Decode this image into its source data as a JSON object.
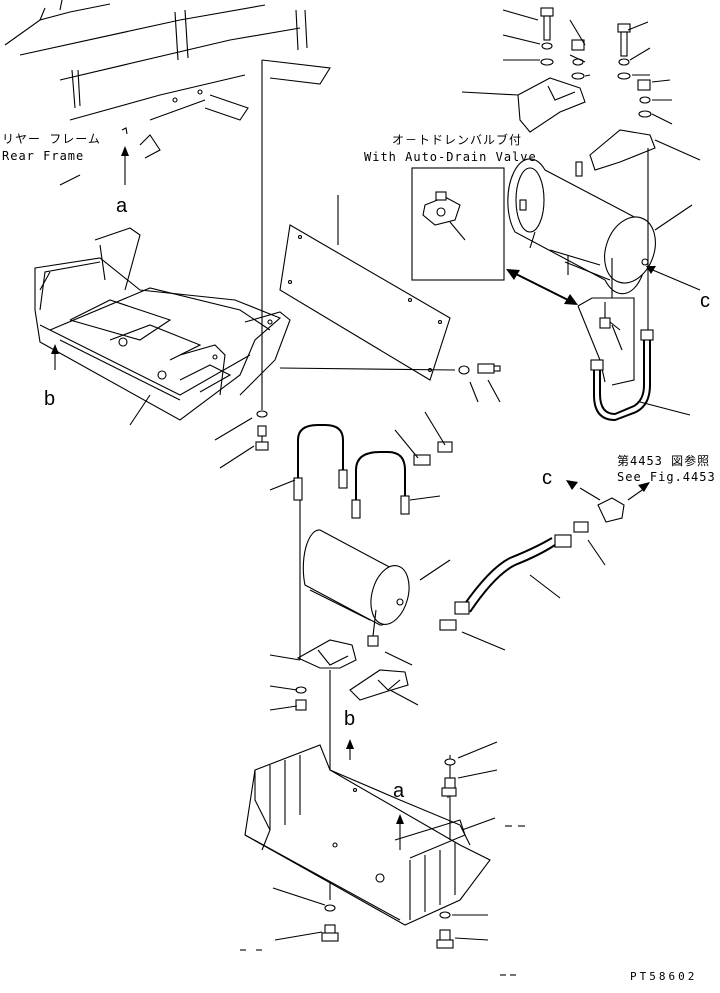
{
  "labels": {
    "rear_frame_jp": "リヤー フレーム",
    "rear_frame_en": "Rear Frame",
    "auto_drain_jp": "オ－トドレンバルブ付",
    "auto_drain_en": "With Auto-Drain Valve",
    "see_fig_jp": "第4453 図参照",
    "see_fig_en": "See Fig.4453",
    "letter_a": "a",
    "letter_b": "b",
    "letter_c": "c",
    "drawing_number": "PT58602"
  }
}
